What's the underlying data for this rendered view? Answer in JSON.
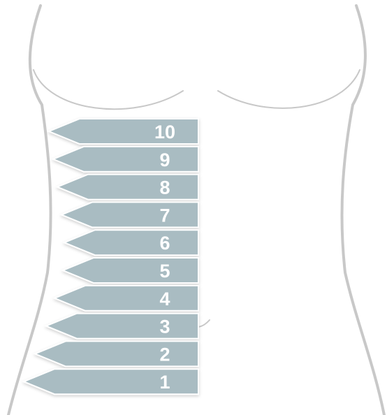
{
  "diagram": {
    "bands": [
      {
        "label": "10"
      },
      {
        "label": "9"
      },
      {
        "label": "8"
      },
      {
        "label": "7"
      },
      {
        "label": "6"
      },
      {
        "label": "5"
      },
      {
        "label": "4"
      },
      {
        "label": "3"
      },
      {
        "label": "2"
      },
      {
        "label": "1"
      }
    ]
  },
  "colors": {
    "band_fill": "#a9bcc2",
    "band_stroke": "#ffffff",
    "label": "#ffffff",
    "outline": "#c8c8c8",
    "body": "#ffffff"
  }
}
